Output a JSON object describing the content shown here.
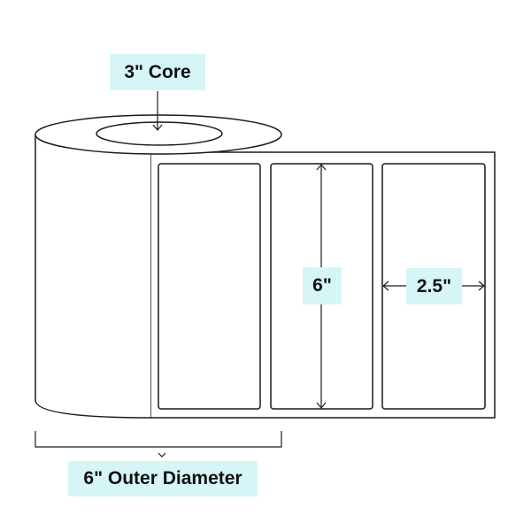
{
  "colors": {
    "callout_fill": "#d6f5f6",
    "line": "#1a1a1a",
    "paper": "#ffffff"
  },
  "labels": {
    "core": "3\" Core",
    "label_height": "6\"",
    "label_width": "2.5\"",
    "outer_diameter": "6\" Outer Diameter"
  },
  "icons": {
    "core_pointer": "arrow-down-icon",
    "diameter_pointer": "chevron-down-icon"
  }
}
